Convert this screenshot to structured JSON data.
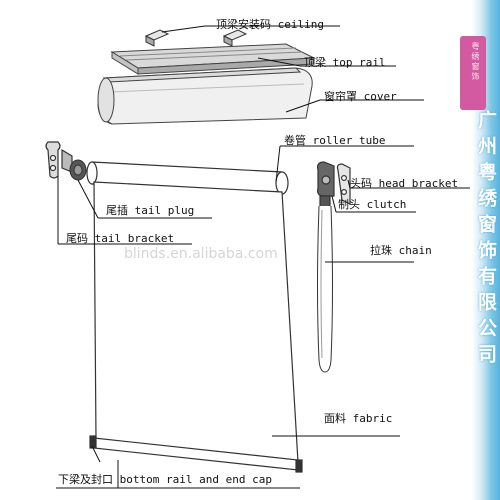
{
  "labels": {
    "ceiling": "顶梁安装码 ceiling",
    "top_rail": "顶梁 top rail",
    "cover": "窗帘罩 cover",
    "roller_tube": "卷管 roller tube",
    "head_bracket": "头码 head bracket",
    "clutch": "制头 clutch",
    "tail_plug": "尾插 tail plug",
    "tail_bracket": "尾码 tail bracket",
    "chain": "拉珠 chain",
    "fabric": "面料 fabric",
    "bottom_rail": "下梁及封口 bottom rail and end cap"
  },
  "watermark": "blinds.en.alibaba.com",
  "side_brand": "广州粤绣窗饰有限公司",
  "seal_text": "粤绣窗饰",
  "colors": {
    "line": "#111111",
    "rail_gray": "#bdbdbd",
    "side_band_blue": "#56b3de",
    "seal_pink": "#d35aa0"
  }
}
